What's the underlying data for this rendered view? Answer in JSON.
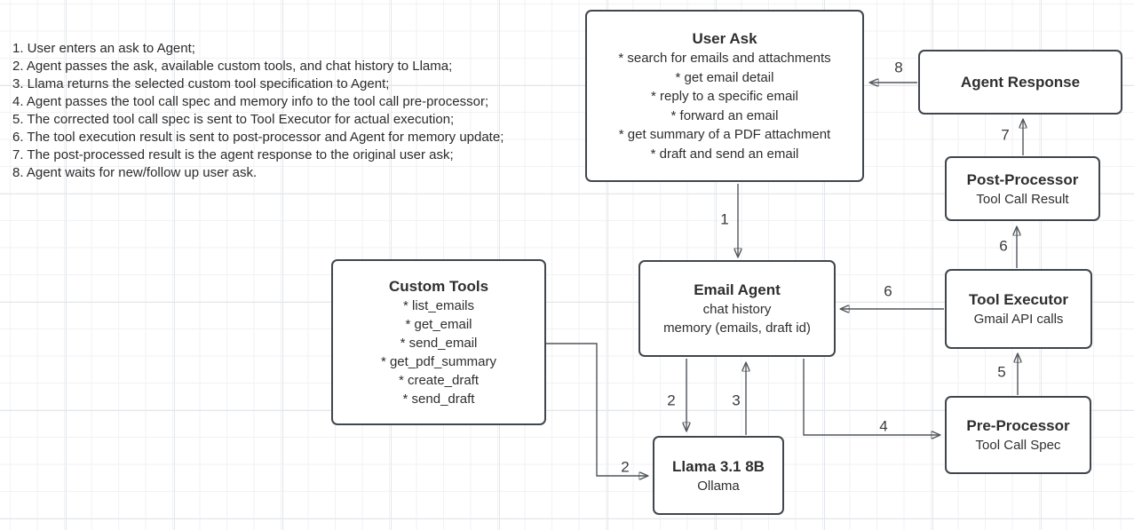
{
  "notes": {
    "items": [
      "1. User enters an ask to Agent;",
      "2. Agent passes the ask, available custom tools, and chat history to Llama;",
      "3. Llama returns the selected custom tool specification to Agent;",
      "4. Agent passes the tool call spec and memory info to the tool call pre-processor;",
      "5. The corrected tool call spec is sent to Tool Executor for actual execution;",
      "6. The tool execution result is sent to post-processor and Agent for memory update;",
      "7. The post-processed result is the agent response to the original user ask;",
      "8. Agent waits for new/follow up user ask."
    ]
  },
  "nodes": {
    "user_ask": {
      "title": "User Ask",
      "lines": [
        "* search for emails and attachments",
        "* get email detail",
        "* reply to a specific email",
        "* forward an email",
        "* get summary of a PDF attachment",
        "* draft and send an email"
      ]
    },
    "agent_response": {
      "title": "Agent Response"
    },
    "post_processor": {
      "title": "Post-Processor",
      "subtitle": "Tool Call Result"
    },
    "tool_executor": {
      "title": "Tool Executor",
      "subtitle": "Gmail API calls"
    },
    "pre_processor": {
      "title": "Pre-Processor",
      "subtitle": "Tool Call Spec"
    },
    "email_agent": {
      "title": "Email Agent",
      "lines": [
        "chat history",
        "memory (emails, draft id)"
      ]
    },
    "custom_tools": {
      "title": "Custom Tools",
      "lines": [
        "* list_emails",
        "* get_email",
        "* send_email",
        "* get_pdf_summary",
        "* create_draft",
        "* send_draft"
      ]
    },
    "llama": {
      "title": "Llama 3.1 8B",
      "subtitle": "Ollama"
    }
  },
  "edges": [
    {
      "label": "1",
      "from": "user_ask",
      "to": "email_agent"
    },
    {
      "label": "2",
      "from": "email_agent",
      "to": "llama"
    },
    {
      "label": "2",
      "from": "custom_tools",
      "to": "llama"
    },
    {
      "label": "3",
      "from": "llama",
      "to": "email_agent"
    },
    {
      "label": "4",
      "from": "email_agent",
      "to": "pre_processor"
    },
    {
      "label": "5",
      "from": "pre_processor",
      "to": "tool_executor"
    },
    {
      "label": "6",
      "from": "tool_executor",
      "to": "post_processor"
    },
    {
      "label": "6",
      "from": "tool_executor",
      "to": "email_agent"
    },
    {
      "label": "7",
      "from": "post_processor",
      "to": "agent_response"
    },
    {
      "label": "8",
      "from": "agent_response",
      "to": "user_ask"
    }
  ],
  "colors": {
    "box_border": "#40464d",
    "wire": "#51565c",
    "text": "#2e2e2e",
    "grid_minor": "#f1f2f4",
    "grid_major": "#e3e6e9"
  }
}
